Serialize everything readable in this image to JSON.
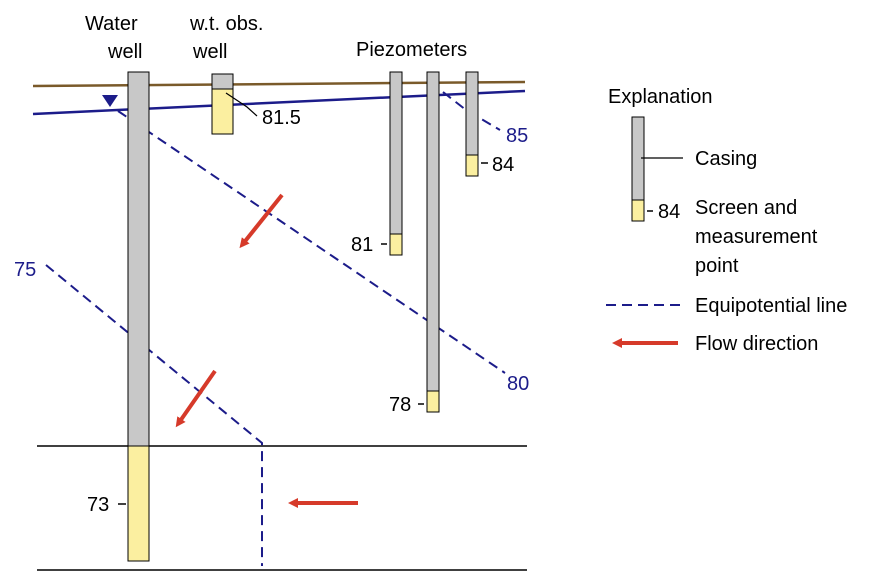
{
  "colors": {
    "casing": "#c8c8c8",
    "screen": "#fbefa0",
    "water_table": "#1c1c8a",
    "land_surface": "#7a5a2a",
    "equipotential": "#1c1c8a",
    "flow_arrow": "#d63a2a"
  },
  "labels": {
    "water_well_line1": "Water",
    "water_well_line2": "well",
    "wt_obs_line1": "w.t. obs.",
    "wt_obs_line2": "well",
    "piezometers": "Piezometers"
  },
  "measurements": {
    "wt_obs": "81.5",
    "piezo_short": "81",
    "piezo_long": "78",
    "piezo_right": "84",
    "water_well": "73"
  },
  "equipotential_values": {
    "top": "85",
    "middle": "80",
    "left": "75"
  },
  "legend": {
    "title": "Explanation",
    "casing": "Casing",
    "screen_value": "84",
    "screen_line1": "Screen and",
    "screen_line2": "measurement",
    "screen_line3": "point",
    "equipotential": "Equipotential line",
    "flow": "Flow direction"
  }
}
